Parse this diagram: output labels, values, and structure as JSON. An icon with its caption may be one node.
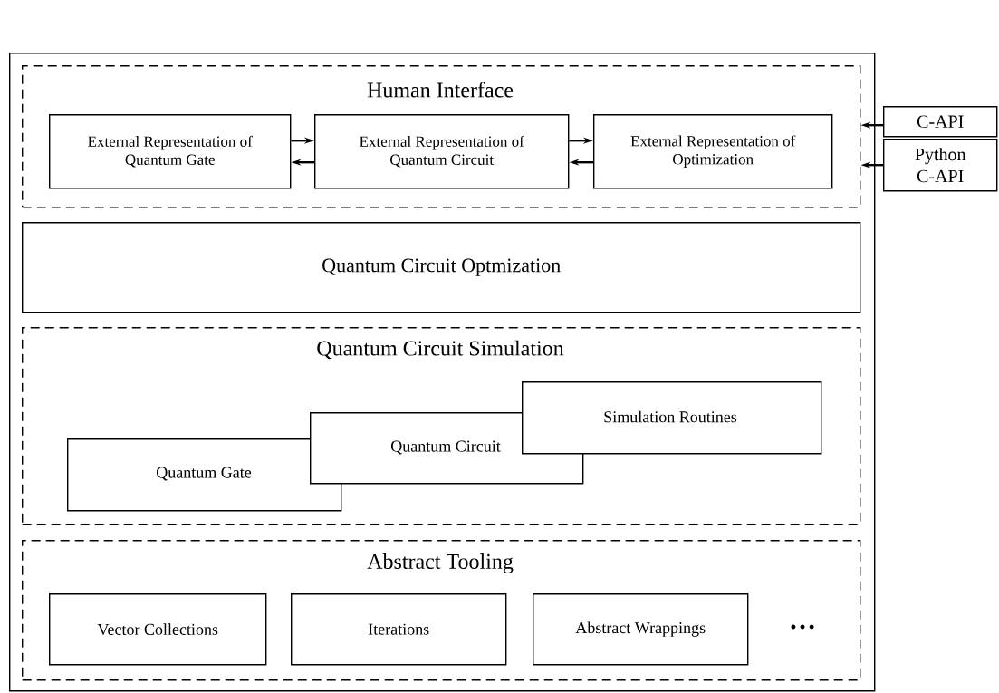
{
  "diagram": {
    "nodes": [
      {
        "text": [],
        "shape": "box"
      },
      {
        "text": [
          "Human Interface"
        ],
        "in": 0
      },
      {
        "text": [
          "External Representation of Quantum Gate"
        ],
        "in": 1
      },
      {
        "text": [
          "External Representation of Quantum Circuit"
        ],
        "in": 1
      },
      {
        "text": [
          "External Representation of Optimization"
        ],
        "in": 1
      },
      {
        "text": [
          "Quantum Circuit Optmization"
        ],
        "in": 0
      },
      {
        "text": [
          "Quantum Circuit Simulation"
        ],
        "in": 0
      },
      {
        "text": [
          "Quantum Gate"
        ],
        "in": 6
      },
      {
        "text": [
          "Quantum Circuit"
        ],
        "in": 6
      },
      {
        "text": [
          "Simulation Routines"
        ],
        "in": 6
      },
      {
        "text": [
          "Abstract Tooling"
        ],
        "in": 0
      },
      {
        "text": [
          "Vector Collections"
        ],
        "in": 10
      },
      {
        "text": [
          "Iterations"
        ],
        "in": 10
      },
      {
        "text": [
          "Abstract Wrappings"
        ],
        "in": 10
      },
      {
        "text": [
          "C-API"
        ]
      },
      {
        "text": [
          "Python C-API"
        ]
      }
    ],
    "edges": [
      {
        "from": 2,
        "to": 3,
        "arrow": "to"
      },
      {
        "from": 3,
        "to": 2,
        "arrow": "to"
      },
      {
        "from": 3,
        "to": 4,
        "arrow": "to"
      },
      {
        "from": 4,
        "to": 3,
        "arrow": "to"
      },
      {
        "from": 14,
        "to": 1,
        "arrow": "to"
      },
      {
        "from": 15,
        "to": 1,
        "arrow": "to"
      }
    ],
    "labels": [
      "…"
    ]
  }
}
